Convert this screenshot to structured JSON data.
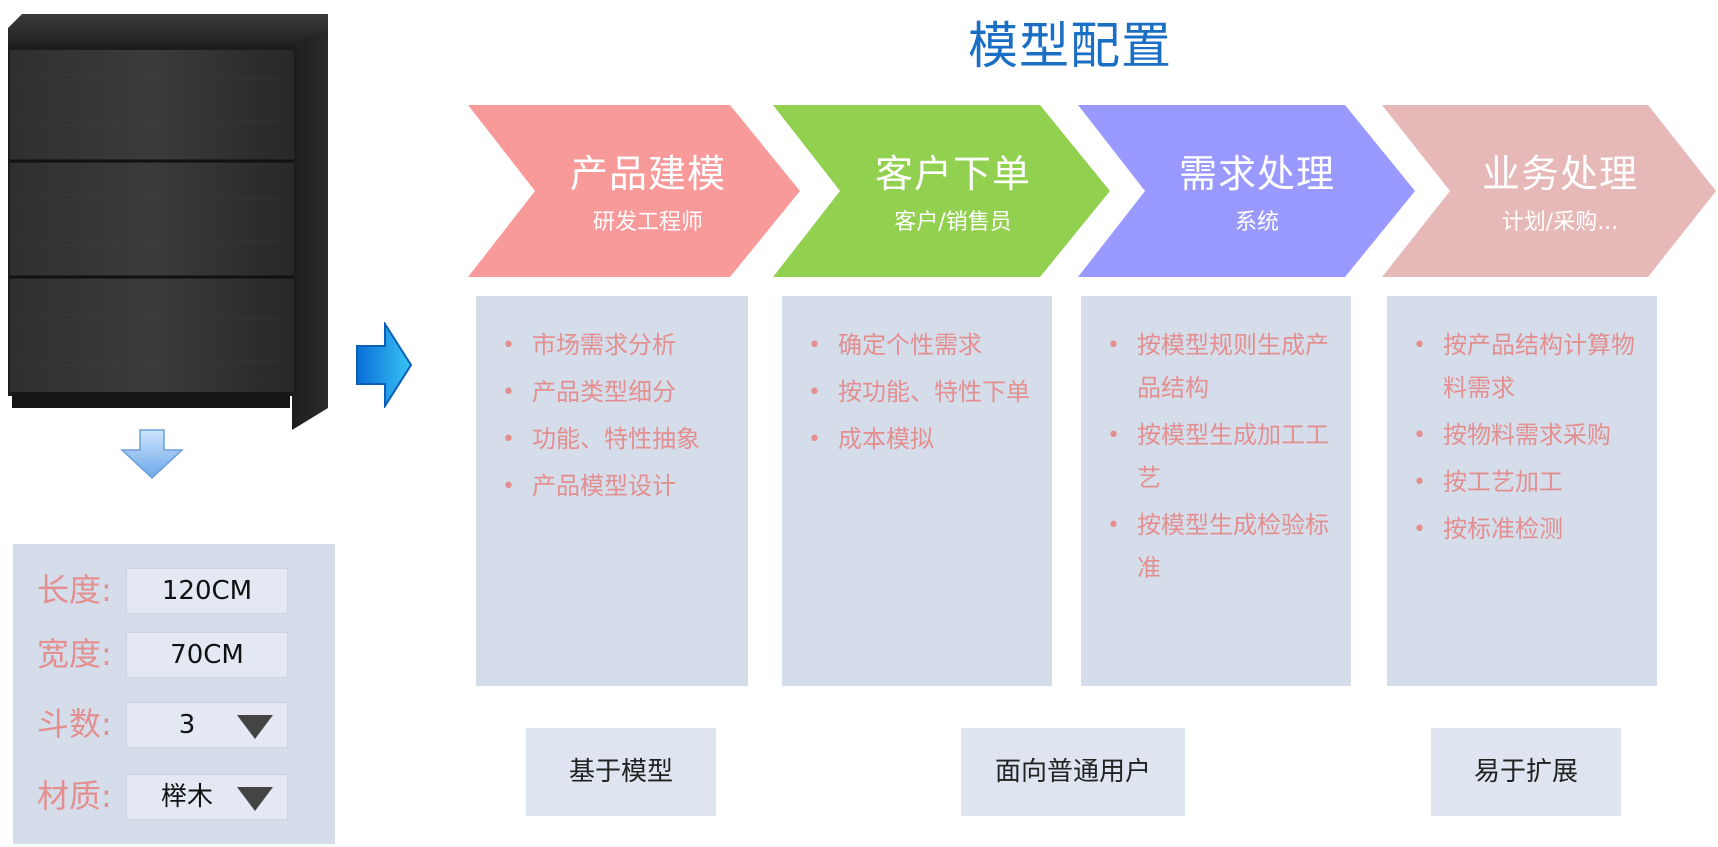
{
  "title": "模型配置",
  "config": {
    "rows": [
      {
        "label": "长度:",
        "value": "120CM"
      },
      {
        "label": "宽度:",
        "value": "70CM"
      },
      {
        "label": "斗数:",
        "value": "3"
      },
      {
        "label": "材质:",
        "value": "榉木"
      }
    ]
  },
  "process": [
    {
      "title": "产品建模",
      "subtitle": "研发工程师",
      "color": "#f99a9a"
    },
    {
      "title": "客户下单",
      "subtitle": "客户/销售员",
      "color": "#92d050"
    },
    {
      "title": "需求处理",
      "subtitle": "系统",
      "color": "#9999ff"
    },
    {
      "title": "业务处理",
      "subtitle": "计划/采购...",
      "color": "#e6b9b8"
    }
  ],
  "columns": [
    {
      "items": [
        "市场需求分析",
        "产品类型细分",
        "功能、特性抽象",
        "产品模型设计"
      ]
    },
    {
      "items": [
        "确定个性需求",
        "按功能、特性下单",
        "成本模拟"
      ]
    },
    {
      "items": [
        "按模型规则生成产品结构",
        "按模型生成加工工艺",
        "按模型生成检验标准"
      ]
    },
    {
      "items": [
        "按产品结构计算物料需求",
        "按物料需求采购",
        "按工艺加工",
        "按标准检测"
      ]
    }
  ],
  "tags": [
    "基于模型",
    "面向普通用户",
    "易于扩展"
  ],
  "icons": {
    "arrow_right": "arrow-right-icon",
    "arrow_down": "arrow-down-icon",
    "dropdown": "dropdown-triangle-icon"
  }
}
